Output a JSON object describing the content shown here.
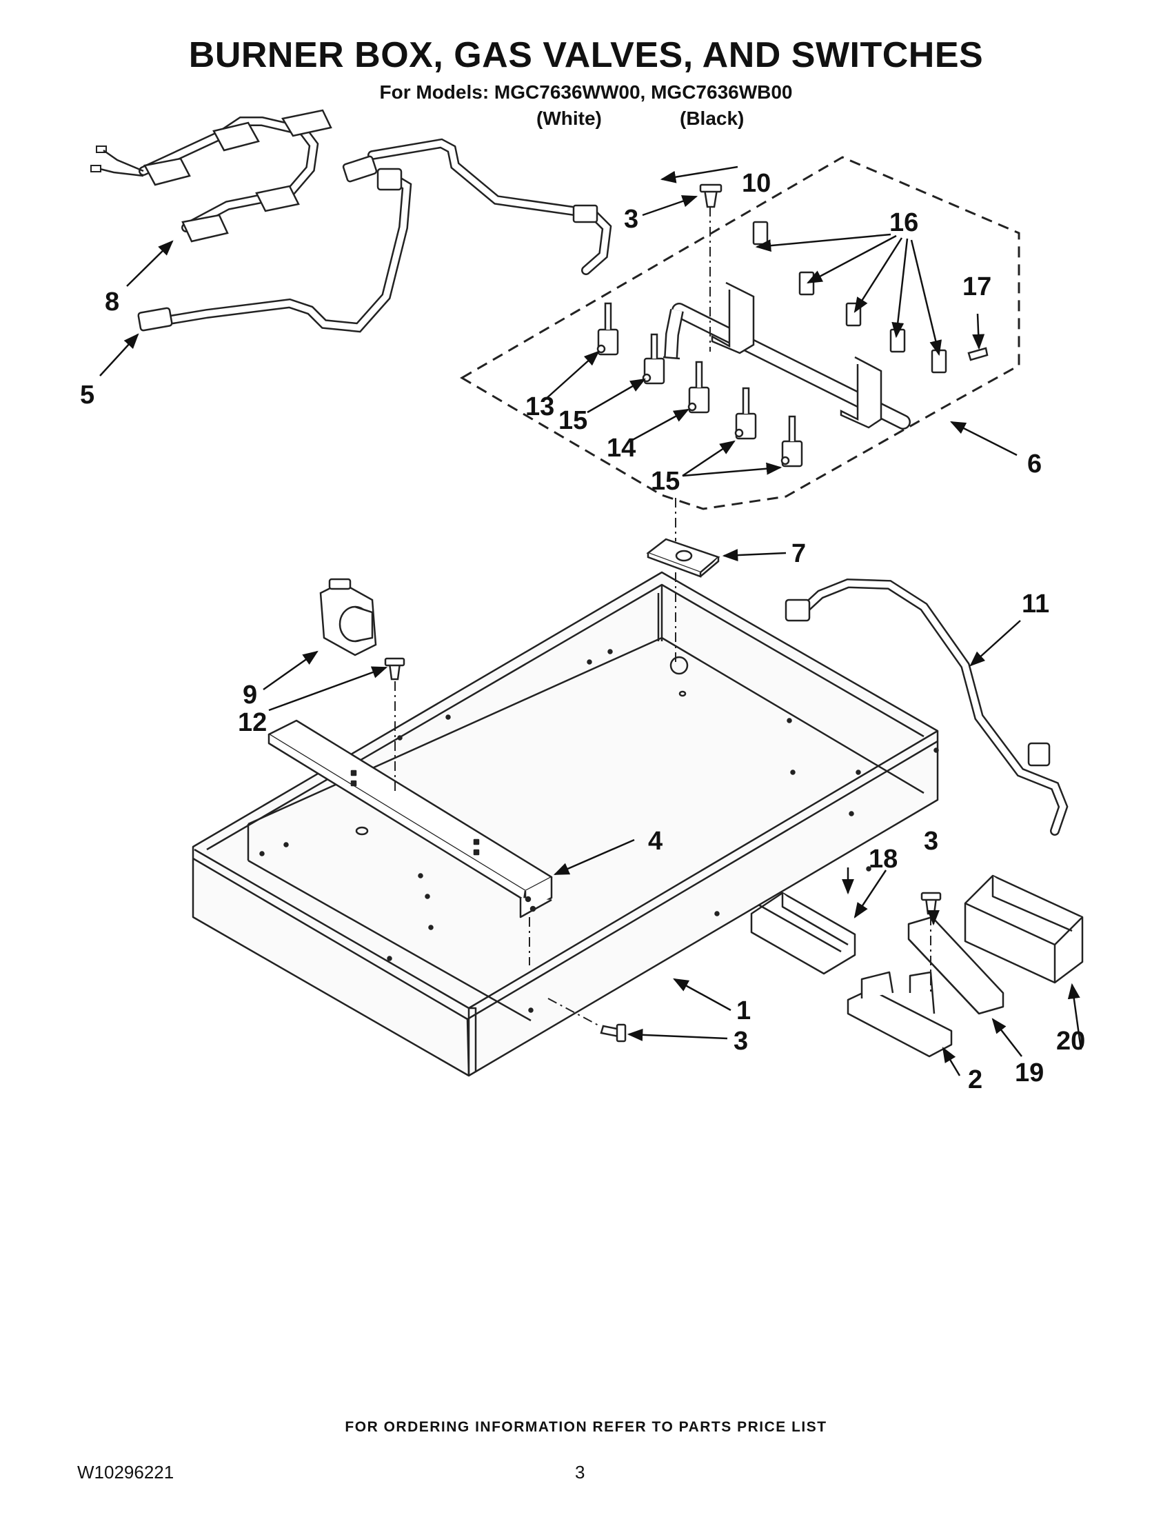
{
  "header": {
    "title": "BURNER BOX, GAS VALVES, AND SWITCHES",
    "models_line": "For Models: MGC7636WW00, MGC7636WB00",
    "white_label": "(White)",
    "black_label": "(Black)"
  },
  "callouts": {
    "c1": "1",
    "c2": "2",
    "c3a": "3",
    "c3b": "3",
    "c3c": "3",
    "c4": "4",
    "c5": "5",
    "c6": "6",
    "c7": "7",
    "c8": "8",
    "c9": "9",
    "c10": "10",
    "c11": "11",
    "c12": "12",
    "c13": "13",
    "c14": "14",
    "c15a": "15",
    "c15b": "15",
    "c16": "16",
    "c17": "17",
    "c18": "18",
    "c19": "19",
    "c20": "20"
  },
  "footer": {
    "ordering_note": "FOR ORDERING INFORMATION REFER TO PARTS PRICE LIST",
    "doc_number": "W10296221",
    "page_number": "3"
  }
}
